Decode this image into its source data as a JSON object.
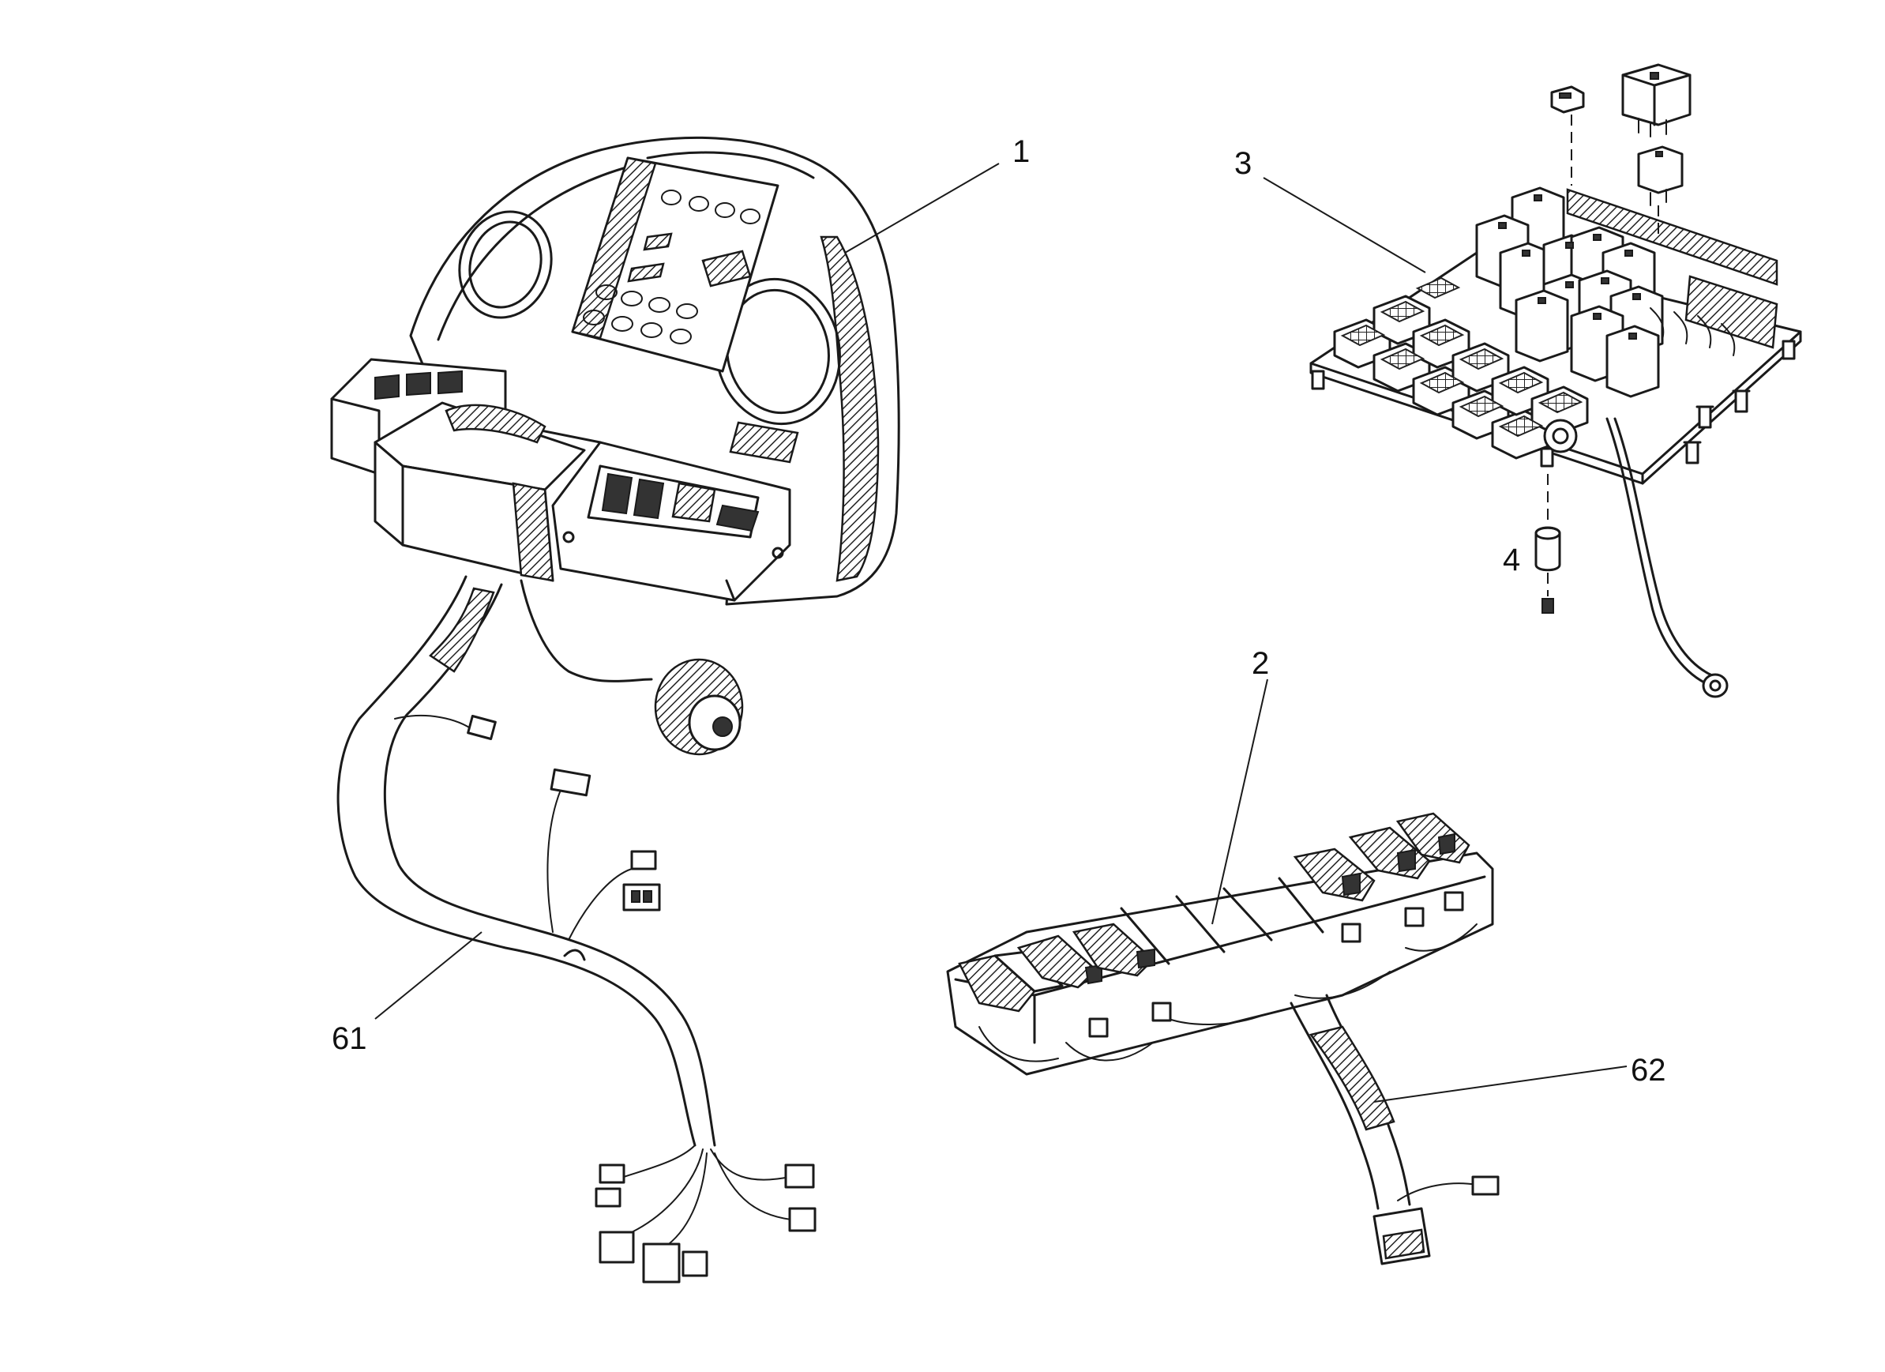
{
  "callouts": {
    "c1": "1",
    "c2": "2",
    "c3": "3",
    "c4": "4",
    "c61": "61",
    "c62": "62"
  },
  "parts": {
    "dashboard": "dashboard-console",
    "switch_panel": "switch-panel",
    "fuse_relay_board": "fuse-relay-board",
    "mount_spacer": "mount-spacer",
    "dashboard_harness": "dashboard-wiring-harness",
    "switch_harness": "switch-panel-wiring-harness"
  }
}
